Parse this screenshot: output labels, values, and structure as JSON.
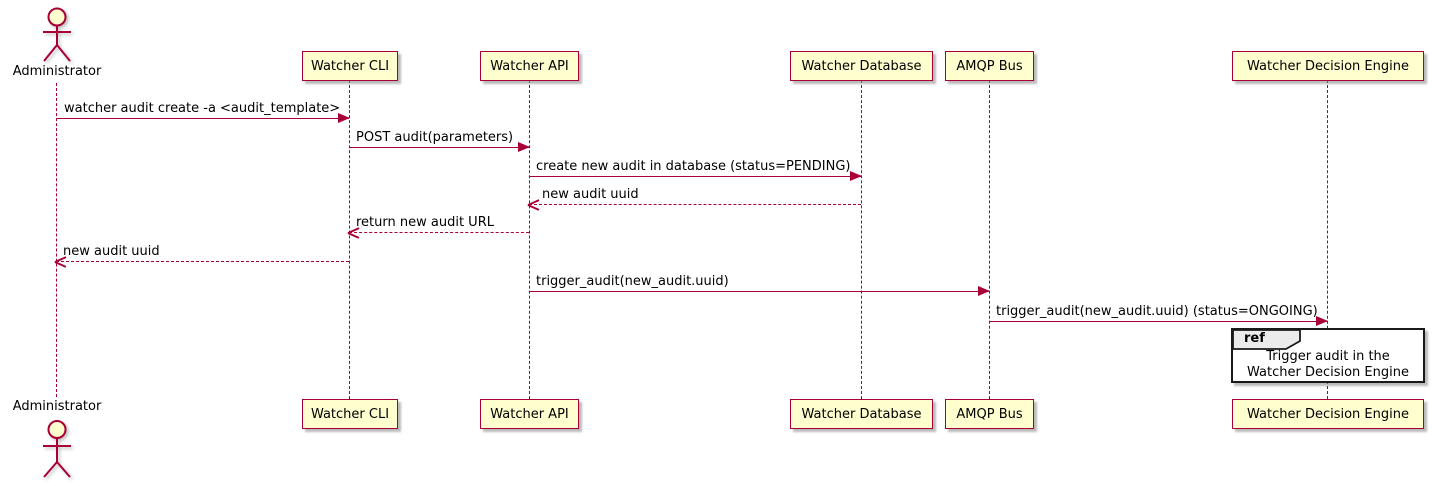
{
  "diagram": {
    "type": "sequence",
    "participants": [
      {
        "name": "Administrator",
        "kind": "actor"
      },
      {
        "name": "Watcher CLI",
        "kind": "participant"
      },
      {
        "name": "Watcher API",
        "kind": "participant"
      },
      {
        "name": "Watcher Database",
        "kind": "participant"
      },
      {
        "name": "AMQP Bus",
        "kind": "participant"
      },
      {
        "name": "Watcher Decision Engine",
        "kind": "participant"
      }
    ],
    "messages": [
      {
        "from": "Administrator",
        "to": "Watcher CLI",
        "label": "watcher audit create -a <audit_template>",
        "line": "solid"
      },
      {
        "from": "Watcher CLI",
        "to": "Watcher API",
        "label": "POST audit(parameters)",
        "line": "solid"
      },
      {
        "from": "Watcher API",
        "to": "Watcher Database",
        "label": "create new audit in database (status=PENDING)",
        "line": "solid"
      },
      {
        "from": "Watcher Database",
        "to": "Watcher API",
        "label": "new audit uuid",
        "line": "dashed"
      },
      {
        "from": "Watcher API",
        "to": "Watcher CLI",
        "label": "return new audit URL",
        "line": "dashed"
      },
      {
        "from": "Watcher CLI",
        "to": "Administrator",
        "label": "new audit uuid",
        "line": "dashed"
      },
      {
        "from": "Watcher API",
        "to": "AMQP Bus",
        "label": "trigger_audit(new_audit.uuid)",
        "line": "solid"
      },
      {
        "from": "AMQP Bus",
        "to": "Watcher Decision Engine",
        "label": "trigger_audit(new_audit.uuid) (status=ONGOING)",
        "line": "solid"
      }
    ],
    "ref_fragment": {
      "keyword": "ref",
      "text_line1": "Trigger audit in the",
      "text_line2": "Watcher Decision Engine",
      "over": "Watcher Decision Engine"
    },
    "colors": {
      "participant_fill": "#FEFECE",
      "participant_border": "#A80036",
      "lifeline": "#A80036",
      "arrow": "#A80036",
      "text": "#000000",
      "ref_header_fill": "#EBEBEB",
      "ref_border": "#1A1A1A",
      "background": "#FFFFFF"
    }
  }
}
